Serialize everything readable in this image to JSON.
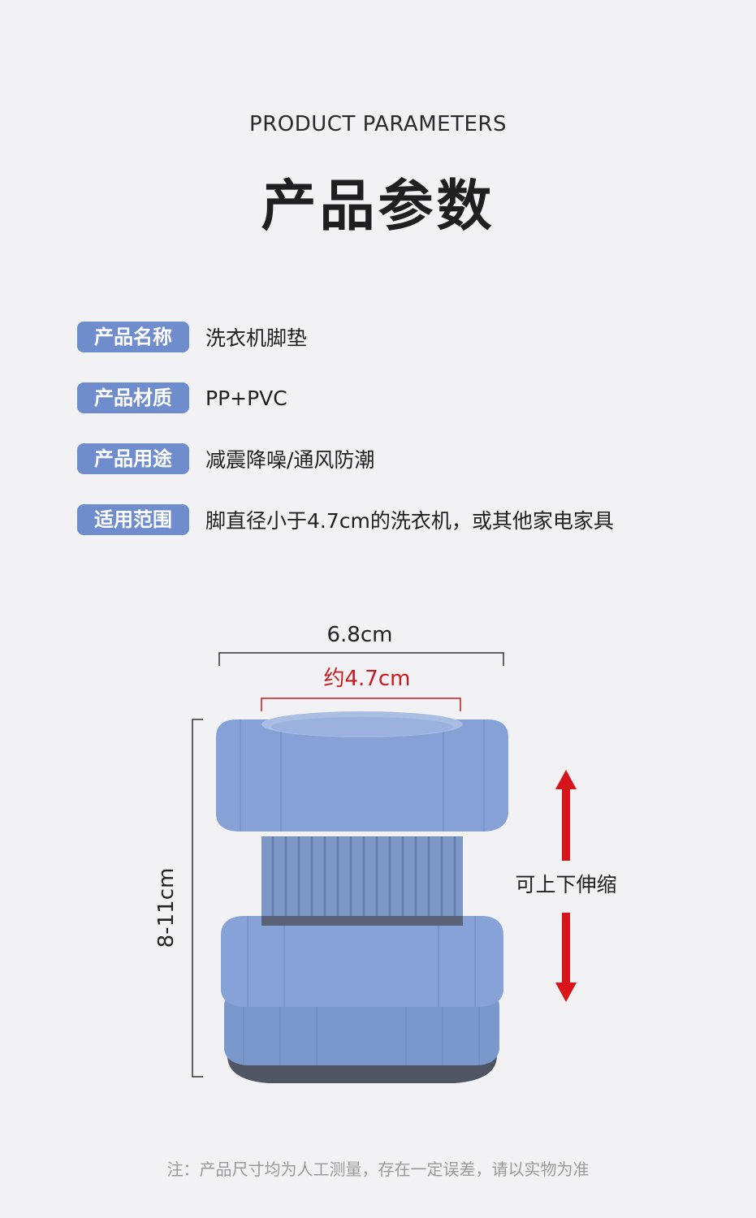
{
  "header": {
    "subtitle_en": "PRODUCT PARAMETERS",
    "title_cn": "产品参数"
  },
  "params": [
    {
      "label": "产品名称",
      "value": "洗衣机脚垫"
    },
    {
      "label": "产品材质",
      "value": "PP+PVC"
    },
    {
      "label": "产品用途",
      "value": "减震降噪/通风防潮"
    },
    {
      "label": "适用范围",
      "value": "脚直径小于4.7cm的洗衣机，或其他家电家具"
    }
  ],
  "diagram": {
    "outer_width": "6.8cm",
    "inner_width": "约4.7cm",
    "height_range": "8-11cm",
    "adjust_text": "可上下伸缩"
  },
  "footer": {
    "note": "注：产品尺寸均为人工测量，存在一定误差，请以实物为准"
  },
  "colors": {
    "label_bg": "#6f8ccc",
    "product_blue": "#7f9cd1",
    "arrow_red": "#d8141a",
    "inner_dim_red": "#c8191e"
  }
}
